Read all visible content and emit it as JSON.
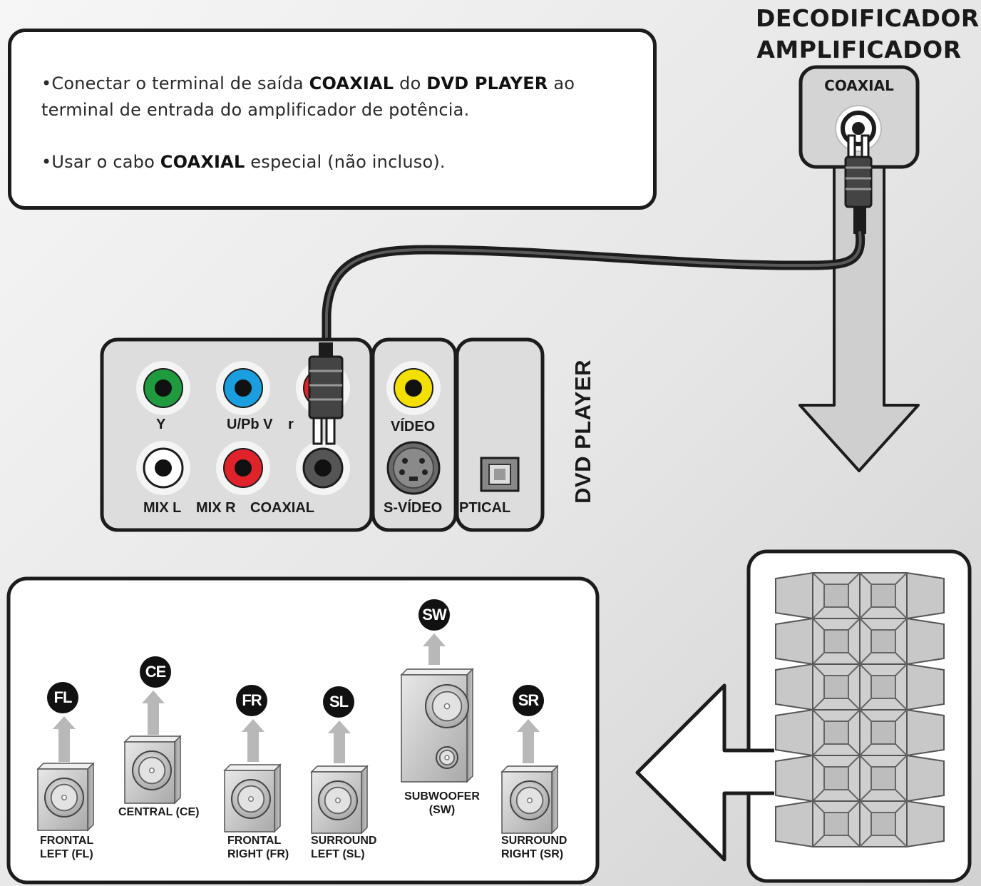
{
  "instructions": {
    "line1_pre": "•Conectar o terminal de saída ",
    "line1_b1": "COAXIAL",
    "line1_mid": " do ",
    "line1_b2": "DVD PLAYER",
    "line1_post": " ao",
    "line2": "terminal de entrada do amplificador de potência.",
    "line3_pre": "•Usar o cabo ",
    "line3_b": "COAXIAL",
    "line3_post": " especial (não incluso)."
  },
  "decoder": {
    "title_line1": "DECODIFICADOR",
    "title_line2": "AMPLIFICADOR",
    "port_label": "COAXIAL"
  },
  "dvd_player": {
    "side_label": "DVD PLAYER",
    "labels": {
      "y": "Y",
      "upb": "U/Pb V",
      "r": "r",
      "mix_l": "MIX L",
      "mix_r": "MIX R",
      "coaxial": "COAXIAL",
      "video": "VÍDEO",
      "svideo": "S-VÍDEO",
      "optical": "PTICAL"
    }
  },
  "speakers": [
    {
      "badge": "FL",
      "line1": "FRONTAL",
      "line2": "LEFT (FL)"
    },
    {
      "badge": "CE",
      "line1": "CENTRAL (CE)",
      "line2": ""
    },
    {
      "badge": "FR",
      "line1": "FRONTAL",
      "line2": "RIGHT (FR)"
    },
    {
      "badge": "SL",
      "line1": "SURROUND",
      "line2": "LEFT (SL)"
    },
    {
      "badge": "SW",
      "line1": "SUBWOOFER",
      "line2": "(SW)"
    },
    {
      "badge": "SR",
      "line1": "SURROUND",
      "line2": "RIGHT (SR)"
    }
  ],
  "colors": {
    "green": "#1f9a3d",
    "blue": "#1a9ee0",
    "red": "#e0232a",
    "yellow": "#f4e000",
    "panel": "#dddddd",
    "outline": "#1c1c1c"
  }
}
